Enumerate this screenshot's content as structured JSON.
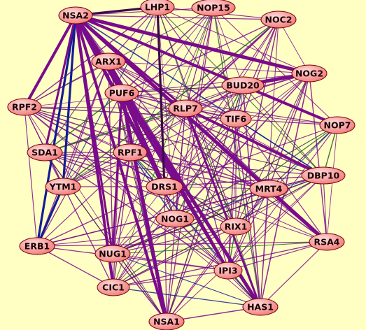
{
  "colors": {
    "background": "#ffffc4",
    "node_fill_light": "#ffdede",
    "node_fill_dark": "#f07878",
    "node_stroke": "#7a0000",
    "edge_purple": "#7a0b8c",
    "edge_dark": "#3a0a4a",
    "edge_blue": "#141c96",
    "edge_green": "#246024"
  },
  "nodes": [
    "NSA2",
    "LHP1",
    "NOP15",
    "NOC2",
    "ARX1",
    "NOG2",
    "BUD20",
    "RPF2",
    "PUF6",
    "RLP7",
    "TIF6",
    "NOP7",
    "SDA1",
    "RPF1",
    "DBP10",
    "YTM1",
    "DRS1",
    "MRT4",
    "NOG1",
    "RIX1",
    "RSA4",
    "ERB1",
    "NUG1",
    "IPI3",
    "CIC1",
    "HAS1",
    "NSA1"
  ],
  "strong_edges": [
    [
      "NSA2",
      "LHP1",
      "dark"
    ],
    [
      "NSA2",
      "ERB1",
      "blue"
    ],
    [
      "NSA2",
      "YTM1",
      "blue"
    ],
    [
      "NSA2",
      "SDA1",
      "purple"
    ],
    [
      "NSA2",
      "RPF2",
      "purple"
    ],
    [
      "NSA2",
      "NOG2",
      "purple"
    ],
    [
      "NSA2",
      "BUD20",
      "purple"
    ],
    [
      "NSA2",
      "NOP7",
      "purple"
    ],
    [
      "NSA2",
      "RSA4",
      "purple"
    ],
    [
      "NSA2",
      "MRT4",
      "purple"
    ],
    [
      "NSA2",
      "IPI3",
      "purple"
    ],
    [
      "NSA2",
      "HAS1",
      "purple"
    ],
    [
      "NSA2",
      "NUG1",
      "purple"
    ],
    [
      "NSA2",
      "NSA1",
      "purple"
    ],
    [
      "NSA2",
      "DRS1",
      "purple"
    ],
    [
      "NSA2",
      "RLP7",
      "purple"
    ],
    [
      "NSA2",
      "CIC1",
      "purple"
    ],
    [
      "PUF6",
      "NSA1",
      "purple"
    ],
    [
      "PUF6",
      "NUG1",
      "purple"
    ],
    [
      "ARX1",
      "IPI3",
      "purple"
    ],
    [
      "ARX1",
      "DRS1",
      "purple"
    ],
    [
      "RLP7",
      "HAS1",
      "purple"
    ],
    [
      "RLP7",
      "DBP10",
      "purple"
    ],
    [
      "BUD20",
      "NOG2",
      "purple"
    ],
    [
      "YTM1",
      "ERB1",
      "blue"
    ],
    [
      "LHP1",
      "DRS1",
      "dark"
    ]
  ]
}
